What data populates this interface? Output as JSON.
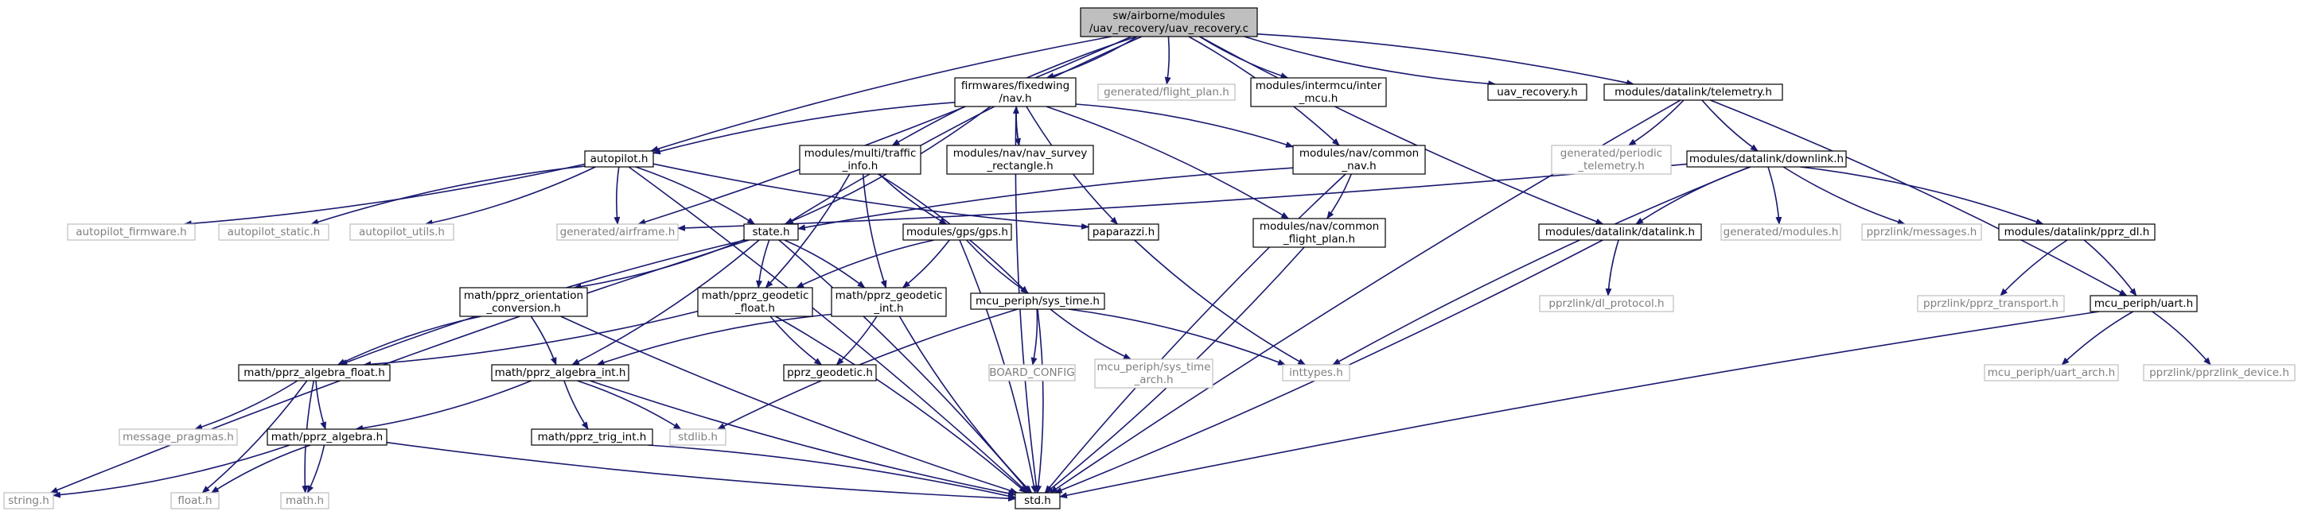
{
  "colors": {
    "edge": "#191970",
    "box_border_dark": "#000000",
    "box_border_light": "#bfbfbf",
    "root_fill": "#bfbfbf",
    "text_dark": "#000000",
    "text_light": "#7f7f7f"
  },
  "nodes": [
    {
      "id": "root",
      "lines": [
        "sw/airborne/modules",
        "/uav_recovery/uav_recovery.c"
      ],
      "style": "root"
    },
    {
      "id": "autopilot",
      "lines": [
        "autopilot.h"
      ],
      "style": "dark"
    },
    {
      "id": "airframe",
      "lines": [
        "generated/airframe.h"
      ],
      "style": "light"
    },
    {
      "id": "state",
      "lines": [
        "state.h"
      ],
      "style": "dark"
    },
    {
      "id": "fwnav",
      "lines": [
        "firmwares/fixedwing",
        "/nav.h"
      ],
      "style": "dark"
    },
    {
      "id": "traffic",
      "lines": [
        "modules/multi/traffic",
        "_info.h"
      ],
      "style": "dark"
    },
    {
      "id": "flightplan",
      "lines": [
        "generated/flight_plan.h"
      ],
      "style": "light"
    },
    {
      "id": "intermcu",
      "lines": [
        "modules/intermcu/inter",
        "_mcu.h"
      ],
      "style": "dark"
    },
    {
      "id": "navcommon",
      "lines": [
        "modules/nav/common",
        "_nav.h"
      ],
      "style": "dark"
    },
    {
      "id": "uavrec",
      "lines": [
        "uav_recovery.h"
      ],
      "style": "dark"
    },
    {
      "id": "telemetry",
      "lines": [
        "modules/datalink/telemetry.h"
      ],
      "style": "dark"
    },
    {
      "id": "navsurvey",
      "lines": [
        "modules/nav/nav_survey",
        "_rectangle.h"
      ],
      "style": "dark"
    },
    {
      "id": "periodic",
      "lines": [
        "generated/periodic",
        "_telemetry.h"
      ],
      "style": "light"
    },
    {
      "id": "downlink",
      "lines": [
        "modules/datalink/downlink.h"
      ],
      "style": "dark"
    },
    {
      "id": "apfirmware",
      "lines": [
        "autopilot_firmware.h"
      ],
      "style": "light"
    },
    {
      "id": "apstatic",
      "lines": [
        "autopilot_static.h"
      ],
      "style": "light"
    },
    {
      "id": "aputils",
      "lines": [
        "autopilot_utils.h"
      ],
      "style": "light"
    },
    {
      "id": "paparazzi",
      "lines": [
        "paparazzi.h"
      ],
      "style": "dark"
    },
    {
      "id": "gps",
      "lines": [
        "modules/gps/gps.h"
      ],
      "style": "dark"
    },
    {
      "id": "navflightplan",
      "lines": [
        "modules/nav/common",
        "_flight_plan.h"
      ],
      "style": "dark"
    },
    {
      "id": "datalink",
      "lines": [
        "modules/datalink/datalink.h"
      ],
      "style": "dark"
    },
    {
      "id": "genmodules",
      "lines": [
        "generated/modules.h"
      ],
      "style": "light"
    },
    {
      "id": "pprzmessages",
      "lines": [
        "pprzlink/messages.h"
      ],
      "style": "light"
    },
    {
      "id": "pprzdl",
      "lines": [
        "modules/datalink/pprz_dl.h"
      ],
      "style": "dark"
    },
    {
      "id": "orientation",
      "lines": [
        "math/pprz_orientation",
        "_conversion.h"
      ],
      "style": "dark"
    },
    {
      "id": "geofloat",
      "lines": [
        "math/pprz_geodetic",
        "_float.h"
      ],
      "style": "dark"
    },
    {
      "id": "geoint",
      "lines": [
        "math/pprz_geodetic",
        "_int.h"
      ],
      "style": "dark"
    },
    {
      "id": "systime",
      "lines": [
        "mcu_periph/sys_time.h"
      ],
      "style": "dark"
    },
    {
      "id": "dlprotocol",
      "lines": [
        "pprzlink/dl_protocol.h"
      ],
      "style": "light"
    },
    {
      "id": "pprztransport",
      "lines": [
        "pprzlink/pprz_transport.h"
      ],
      "style": "light"
    },
    {
      "id": "uart",
      "lines": [
        "mcu_periph/uart.h"
      ],
      "style": "dark"
    },
    {
      "id": "algfloat",
      "lines": [
        "math/pprz_algebra_float.h"
      ],
      "style": "dark"
    },
    {
      "id": "geodetic",
      "lines": [
        "pprz_geodetic.h"
      ],
      "style": "dark"
    },
    {
      "id": "boardconfig",
      "lines": [
        "BOARD_CONFIG"
      ],
      "style": "light"
    },
    {
      "id": "systimearch",
      "lines": [
        "mcu_periph/sys_time",
        "_arch.h"
      ],
      "style": "light"
    },
    {
      "id": "inttypes",
      "lines": [
        "inttypes.h"
      ],
      "style": "light"
    },
    {
      "id": "algint",
      "lines": [
        "math/pprz_algebra_int.h"
      ],
      "style": "dark"
    },
    {
      "id": "uartarch",
      "lines": [
        "mcu_periph/uart_arch.h"
      ],
      "style": "light"
    },
    {
      "id": "pprzdevice",
      "lines": [
        "pprzlink/pprzlink_device.h"
      ],
      "style": "light"
    },
    {
      "id": "msgpragmas",
      "lines": [
        "message_pragmas.h"
      ],
      "style": "light"
    },
    {
      "id": "algebra",
      "lines": [
        "math/pprz_algebra.h"
      ],
      "style": "dark"
    },
    {
      "id": "trigint",
      "lines": [
        "math/pprz_trig_int.h"
      ],
      "style": "dark"
    },
    {
      "id": "stdlib",
      "lines": [
        "stdlib.h"
      ],
      "style": "light"
    },
    {
      "id": "stringh",
      "lines": [
        "string.h"
      ],
      "style": "light"
    },
    {
      "id": "floath",
      "lines": [
        "float.h"
      ],
      "style": "light"
    },
    {
      "id": "mathh",
      "lines": [
        "math.h"
      ],
      "style": "light"
    },
    {
      "id": "stdh",
      "lines": [
        "std.h"
      ],
      "style": "dark"
    }
  ],
  "edges": [
    [
      "root",
      "autopilot"
    ],
    [
      "root",
      "airframe"
    ],
    [
      "root",
      "state"
    ],
    [
      "root",
      "fwnav"
    ],
    [
      "root",
      "traffic"
    ],
    [
      "root",
      "flightplan"
    ],
    [
      "root",
      "intermcu"
    ],
    [
      "root",
      "navcommon"
    ],
    [
      "root",
      "uavrec"
    ],
    [
      "root",
      "telemetry"
    ],
    [
      "root",
      "datalink"
    ],
    [
      "autopilot",
      "apfirmware"
    ],
    [
      "autopilot",
      "apstatic"
    ],
    [
      "autopilot",
      "aputils"
    ],
    [
      "autopilot",
      "airframe"
    ],
    [
      "autopilot",
      "state"
    ],
    [
      "autopilot",
      "paparazzi"
    ],
    [
      "autopilot",
      "stdh"
    ],
    [
      "fwnav",
      "autopilot"
    ],
    [
      "fwnav",
      "state"
    ],
    [
      "fwnav",
      "navsurvey"
    ],
    [
      "fwnav",
      "navcommon"
    ],
    [
      "fwnav",
      "paparazzi"
    ],
    [
      "fwnav",
      "navflightplan"
    ],
    [
      "fwnav",
      "stdh"
    ],
    [
      "navsurvey",
      "fwnav"
    ],
    [
      "traffic",
      "gps"
    ],
    [
      "traffic",
      "geofloat"
    ],
    [
      "traffic",
      "geoint"
    ],
    [
      "traffic",
      "systime"
    ],
    [
      "navcommon",
      "state"
    ],
    [
      "navcommon",
      "navflightplan"
    ],
    [
      "navcommon",
      "stdh"
    ],
    [
      "telemetry",
      "periodic"
    ],
    [
      "telemetry",
      "downlink"
    ],
    [
      "telemetry",
      "uart"
    ],
    [
      "telemetry",
      "stdh"
    ],
    [
      "downlink",
      "airframe"
    ],
    [
      "downlink",
      "datalink"
    ],
    [
      "downlink",
      "genmodules"
    ],
    [
      "downlink",
      "pprzmessages"
    ],
    [
      "downlink",
      "pprzdl"
    ],
    [
      "downlink",
      "inttypes"
    ],
    [
      "state",
      "orientation"
    ],
    [
      "state",
      "geofloat"
    ],
    [
      "state",
      "geoint"
    ],
    [
      "state",
      "algfloat"
    ],
    [
      "state",
      "algint"
    ],
    [
      "state",
      "stringh"
    ],
    [
      "state",
      "stdh"
    ],
    [
      "gps",
      "geofloat"
    ],
    [
      "gps",
      "geoint"
    ],
    [
      "gps",
      "systime"
    ],
    [
      "gps",
      "stdh"
    ],
    [
      "paparazzi",
      "inttypes"
    ],
    [
      "navflightplan",
      "stdh"
    ],
    [
      "datalink",
      "dlprotocol"
    ],
    [
      "datalink",
      "stdh"
    ],
    [
      "pprzdl",
      "pprztransport"
    ],
    [
      "pprzdl",
      "uart"
    ],
    [
      "orientation",
      "algfloat"
    ],
    [
      "orientation",
      "algint"
    ],
    [
      "orientation",
      "stdh"
    ],
    [
      "geofloat",
      "algfloat"
    ],
    [
      "geofloat",
      "geodetic"
    ],
    [
      "geofloat",
      "stdh"
    ],
    [
      "geoint",
      "algint"
    ],
    [
      "geoint",
      "geodetic"
    ],
    [
      "geoint",
      "stdh"
    ],
    [
      "systime",
      "boardconfig"
    ],
    [
      "systime",
      "systimearch"
    ],
    [
      "systime",
      "inttypes"
    ],
    [
      "systime",
      "stdlib"
    ],
    [
      "systime",
      "stdh"
    ],
    [
      "uart",
      "uartarch"
    ],
    [
      "uart",
      "pprzdevice"
    ],
    [
      "uart",
      "stdh"
    ],
    [
      "algfloat",
      "msgpragmas"
    ],
    [
      "algfloat",
      "algebra"
    ],
    [
      "algfloat",
      "floath"
    ],
    [
      "algfloat",
      "mathh"
    ],
    [
      "algint",
      "algebra"
    ],
    [
      "algint",
      "trigint"
    ],
    [
      "algint",
      "stdlib"
    ],
    [
      "algint",
      "stdh"
    ],
    [
      "algebra",
      "stringh"
    ],
    [
      "algebra",
      "floath"
    ],
    [
      "algebra",
      "mathh"
    ],
    [
      "algebra",
      "stdh"
    ],
    [
      "trigint",
      "stdh"
    ]
  ]
}
